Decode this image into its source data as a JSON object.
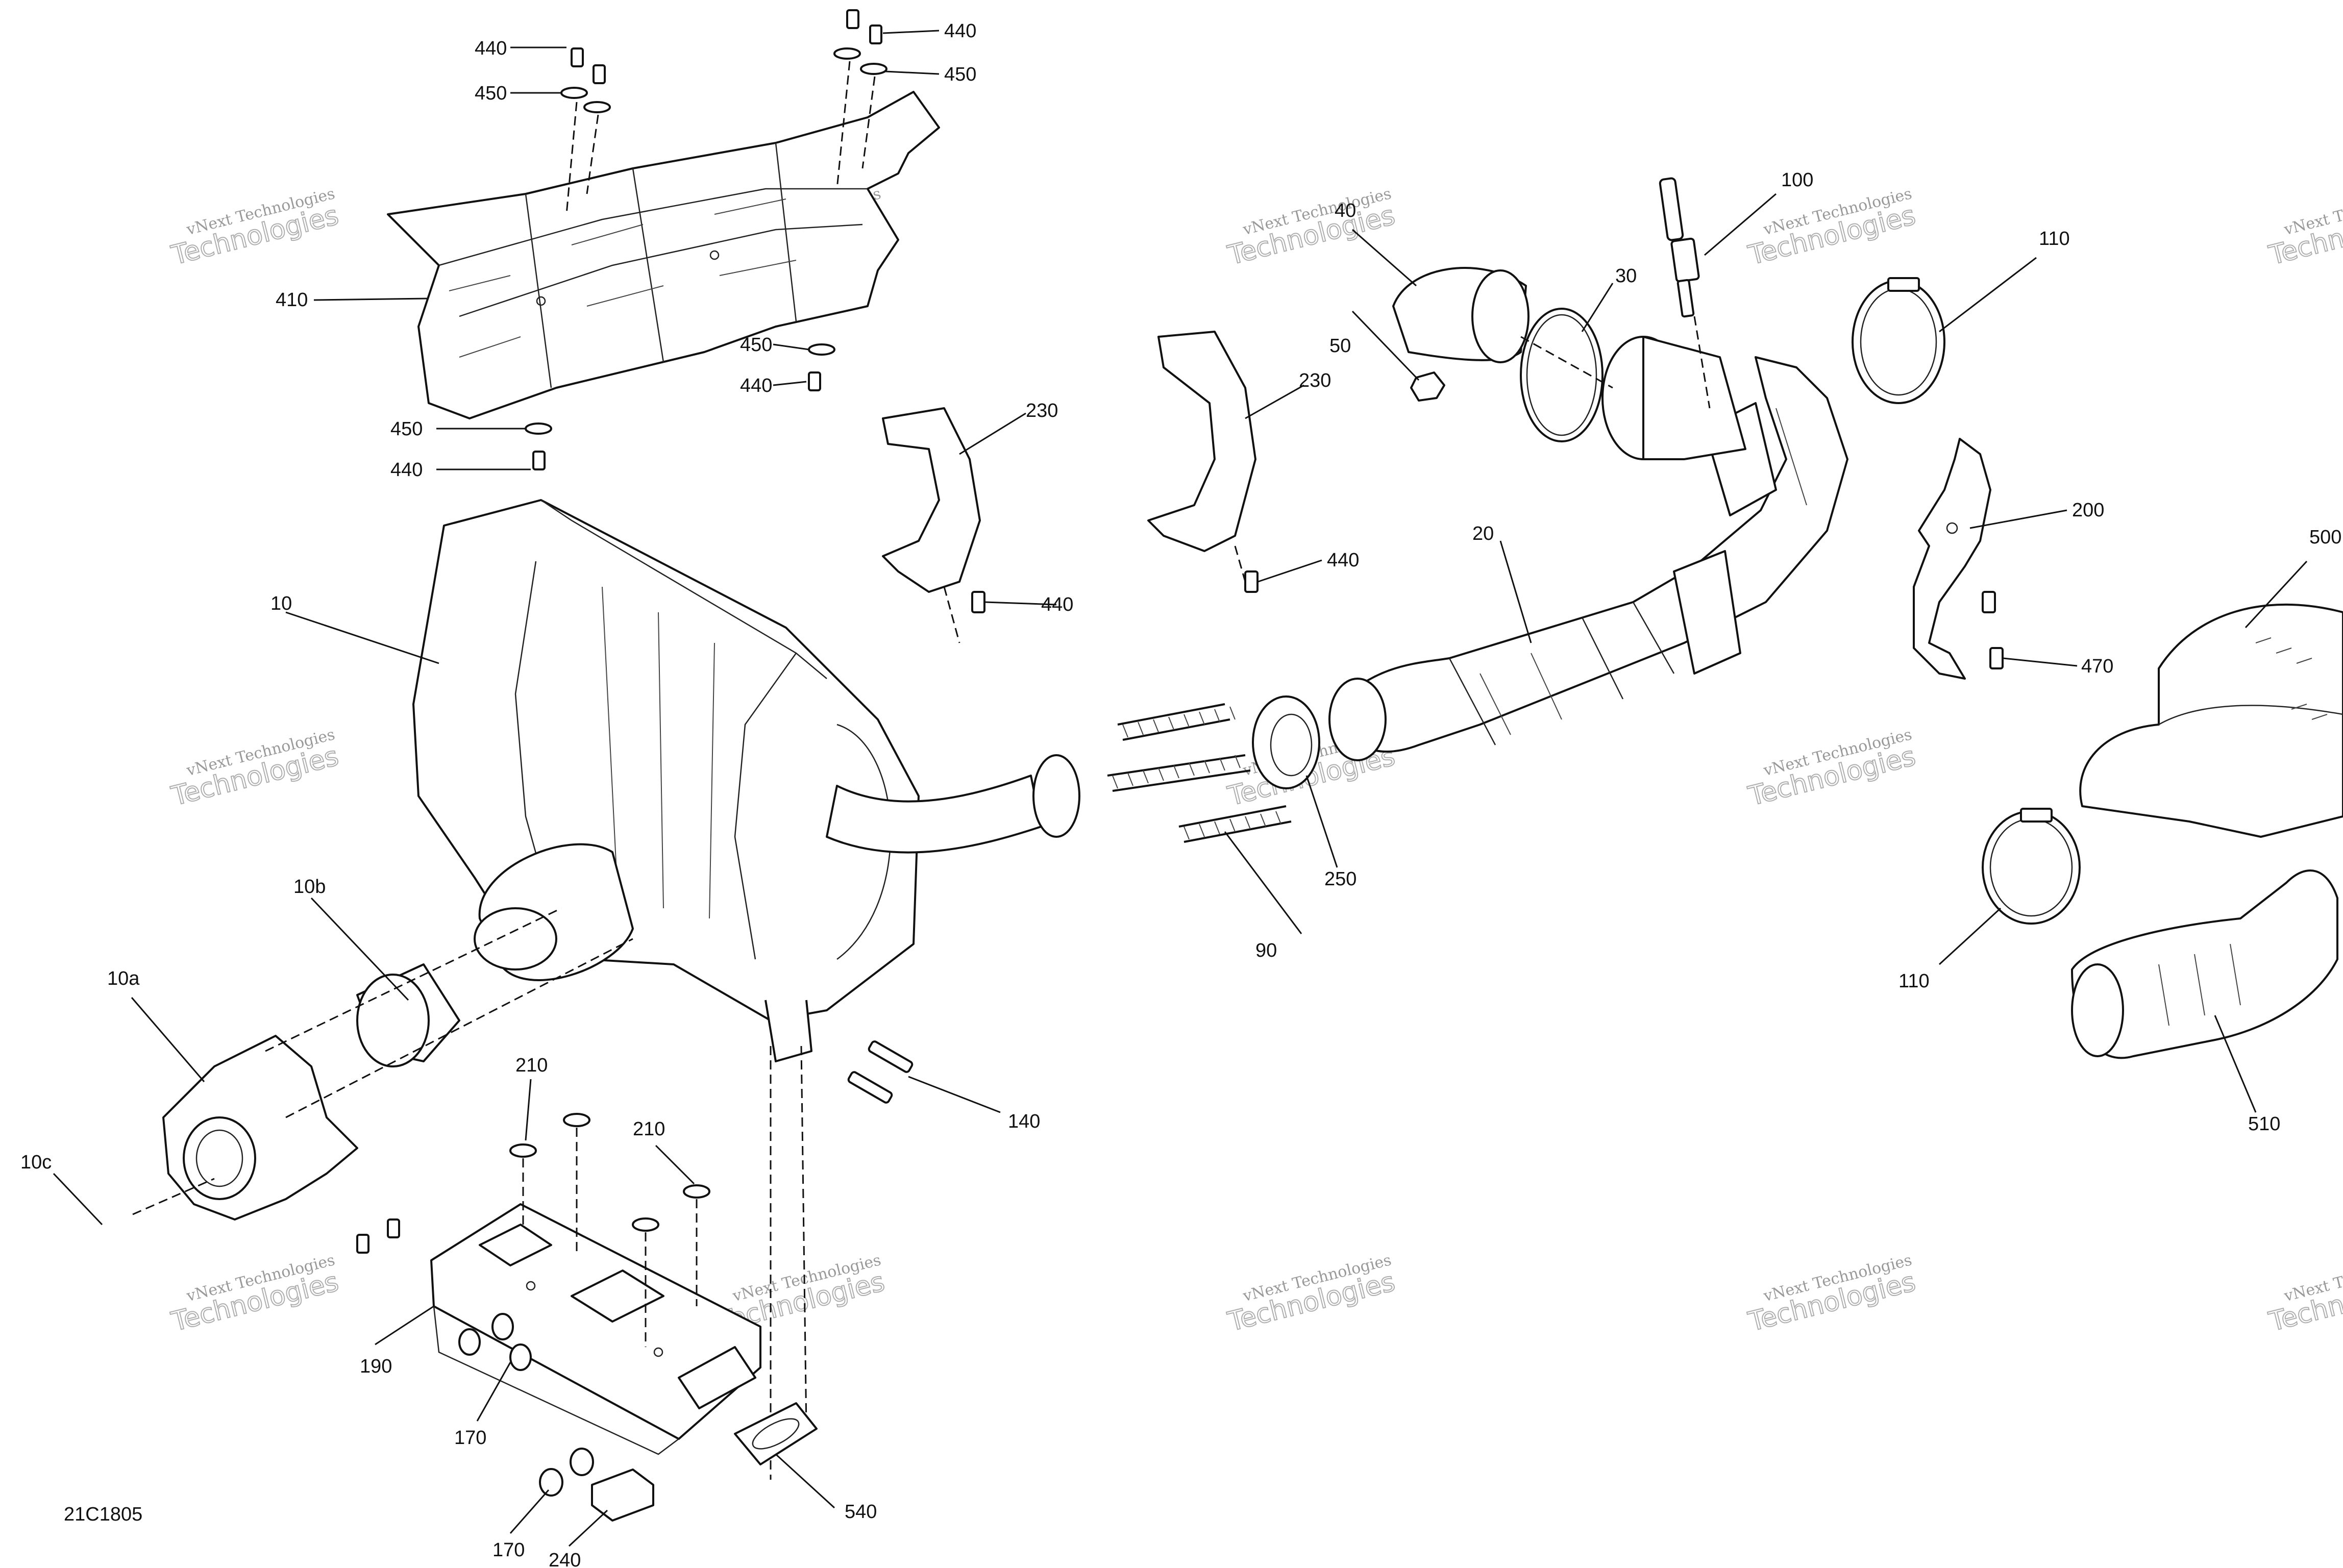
{
  "diagram_code": "21C1805",
  "watermark": {
    "line1": "vNext Technologies",
    "line2": "Technologies",
    "small_top": "vNext"
  },
  "callouts": {
    "c10": "10",
    "c10a": "10a",
    "c10b": "10b",
    "c10c": "10c",
    "c20": "20",
    "c30": "30",
    "c40": "40",
    "c50": "50",
    "c90": "90",
    "c100": "100",
    "c110a": "110",
    "c110b": "110",
    "c140": "140",
    "c170a": "170",
    "c170b": "170",
    "c190": "190",
    "c200": "200",
    "c210a": "210",
    "c210b": "210",
    "c230a": "230",
    "c230b": "230",
    "c240": "240",
    "c250": "250",
    "c410": "410",
    "c440a": "440",
    "c440b": "440",
    "c440c": "440",
    "c440d": "440",
    "c440e": "440",
    "c440f": "440",
    "c450a": "450",
    "c450b": "450",
    "c450c": "450",
    "c450d": "450",
    "c470": "470",
    "c500": "500",
    "c510": "510",
    "c540": "540"
  }
}
